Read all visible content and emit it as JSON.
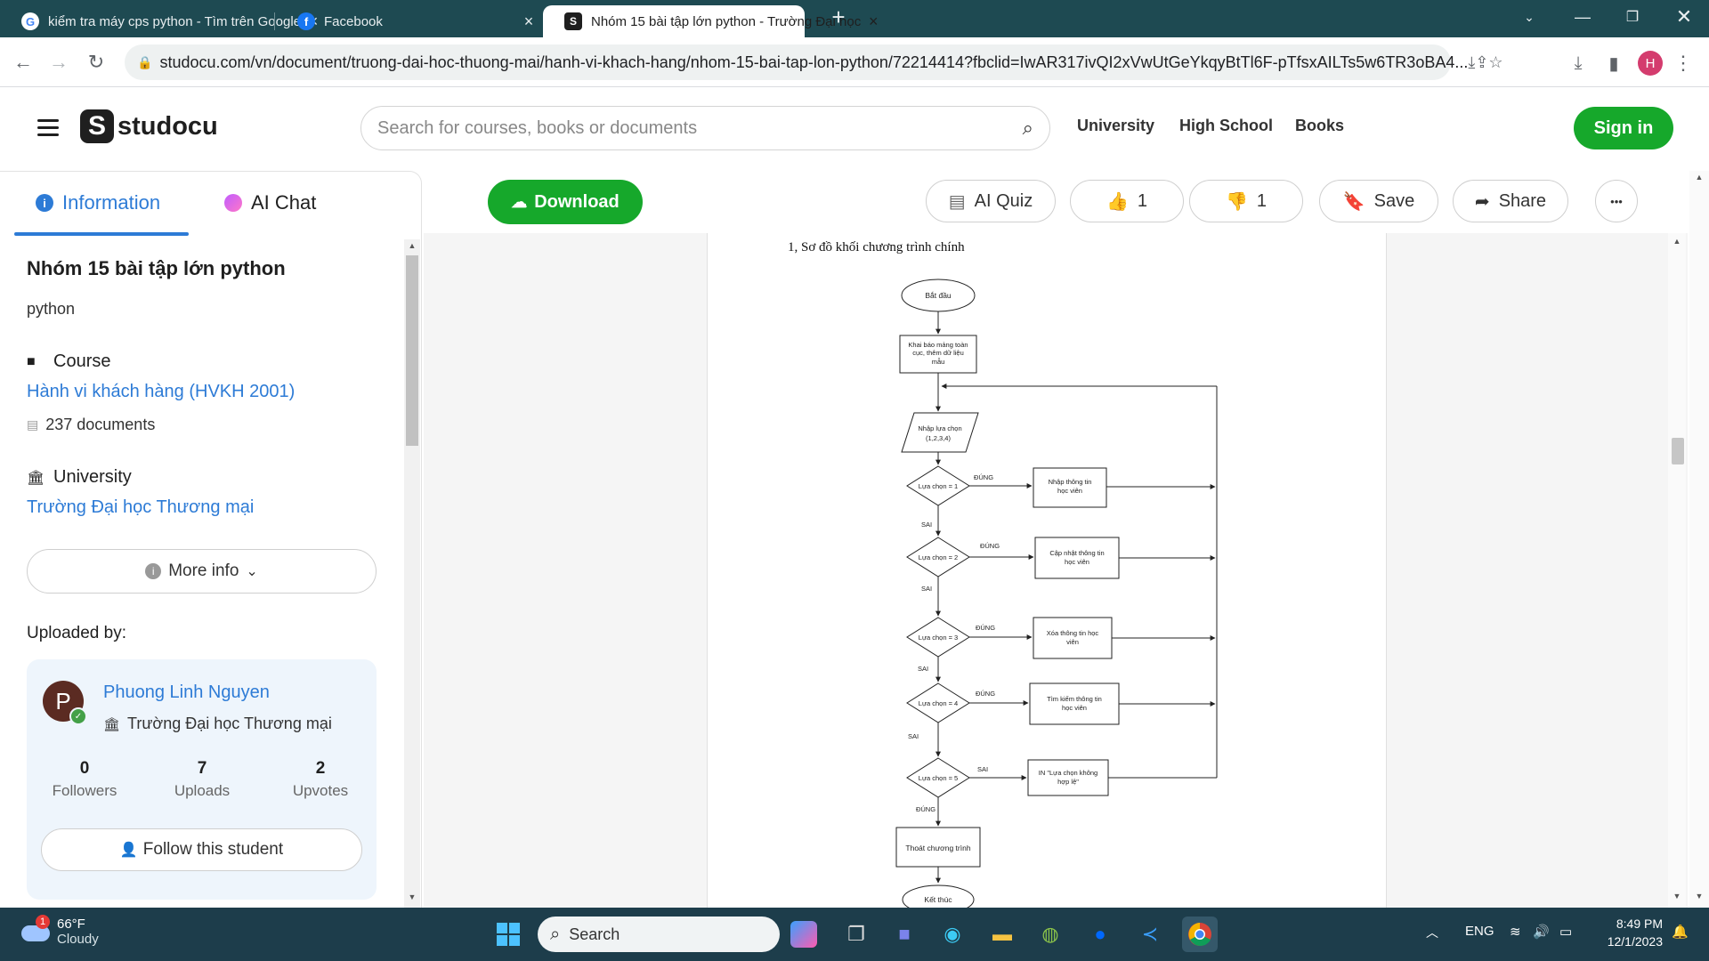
{
  "browser": {
    "tabs": [
      {
        "title": "kiểm tra máy cps python - Tìm trên Google",
        "icon": "google-icon"
      },
      {
        "title": "Facebook",
        "icon": "facebook-icon"
      },
      {
        "title": "Nhóm 15 bài tập lớn python - Trường Đại học",
        "icon": "studocu-icon"
      }
    ],
    "new_tab": "+",
    "url": "studocu.com/vn/document/truong-dai-hoc-thuong-mai/hanh-vi-khach-hang/nhom-15-bai-tap-lon-python/72214414?fbclid=IwAR317ivQI2xVwUtGeYkqyBtTl6F-pTfsxAILTs5w6TR3oBA4...",
    "profile_initial": "H"
  },
  "header": {
    "logo_text": "studocu",
    "search_placeholder": "Search for courses, books or documents",
    "nav": [
      "University",
      "High School",
      "Books"
    ],
    "sign_in": "Sign in"
  },
  "sidebar": {
    "tab_info": "Information",
    "tab_chat": "AI Chat",
    "doc_title": "Nhóm 15 bài tập lớn python",
    "subject": "python",
    "course_heading": "Course",
    "course_name": "Hành vi khách hàng (HVKH 2001)",
    "course_docs": "237 documents",
    "university_heading": "University",
    "university_name": "Trường Đại học Thương mại",
    "more_info": "More info",
    "uploaded_by": "Uploaded by:",
    "uploader": {
      "initial": "P",
      "name": "Phuong Linh Nguyen",
      "university": "Trường Đại học Thương mại",
      "stats": [
        {
          "value": "0",
          "label": "Followers"
        },
        {
          "value": "7",
          "label": "Uploads"
        },
        {
          "value": "2",
          "label": "Upvotes"
        }
      ],
      "follow": "Follow this student"
    }
  },
  "actions": {
    "download": "Download",
    "ai_quiz": "AI Quiz",
    "likes": "1",
    "dislikes": "1",
    "save": "Save",
    "share": "Share",
    "more": "•••"
  },
  "document": {
    "heading": "1, Sơ đồ khối chương trình chính",
    "flowchart": {
      "start": "Bắt đầu",
      "init": [
        "Khai báo mảng toàn",
        "cục, thêm dữ liệu",
        "mẫu"
      ],
      "input": [
        "Nhập lựa chọn",
        "(1,2,3,4)"
      ],
      "decisions": [
        "Lựa chọn = 1",
        "Lựa chọn = 2",
        "Lựa chọn = 3",
        "Lựa chọn = 4",
        "Lựa chọn = 5"
      ],
      "actions": [
        [
          "Nhập thông tin",
          "học viên"
        ],
        [
          "Cập nhật thông tin",
          "học viên"
        ],
        [
          "Xóa thông tin học",
          "viên"
        ],
        [
          "Tìm kiếm thông tin",
          "học viên"
        ],
        [
          "IN \"Lựa chọn không",
          "hợp lệ\""
        ]
      ],
      "true_label": "ĐÚNG",
      "false_label": "SAI",
      "exit": "Thoát chương trình",
      "end": "Kết thúc"
    }
  },
  "taskbar": {
    "weather_temp": "66°F",
    "weather_desc": "Cloudy",
    "weather_badge": "1",
    "search": "Search",
    "lang": "ENG",
    "time": "8:49 PM",
    "date": "12/1/2023"
  }
}
